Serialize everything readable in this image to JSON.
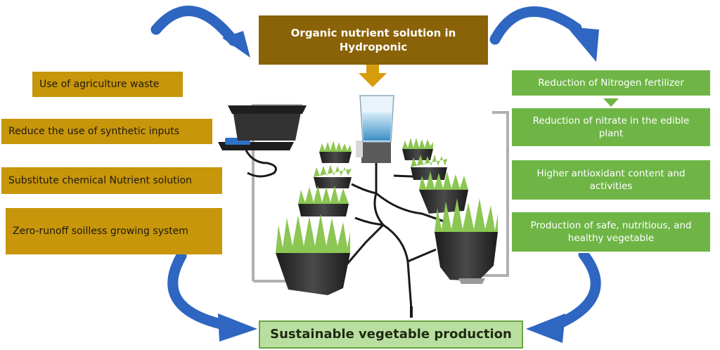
{
  "top_box": "Organic nutrient solution in Hydroponic",
  "left_benefits": [
    "Use of agriculture waste",
    "Reduce the use of synthetic inputs",
    "Substitute chemical Nutrient solution",
    "Zero-runoff soilless growing system"
  ],
  "right_outcomes": [
    "Reduction of Nitrogen fertilizer",
    "Reduction of nitrate in the edible plant",
    "Higher antioxidant content and activities",
    "Production of safe, nutritious, and healthy vegetable"
  ],
  "bottom_box": "Sustainable vegetable production",
  "colors": {
    "arrow_blue": "#2e66c1",
    "gold_box": "#c8960a",
    "brown_box": "#8a6207",
    "green_box": "#6fb546",
    "light_green_box": "#b9dfa0"
  }
}
